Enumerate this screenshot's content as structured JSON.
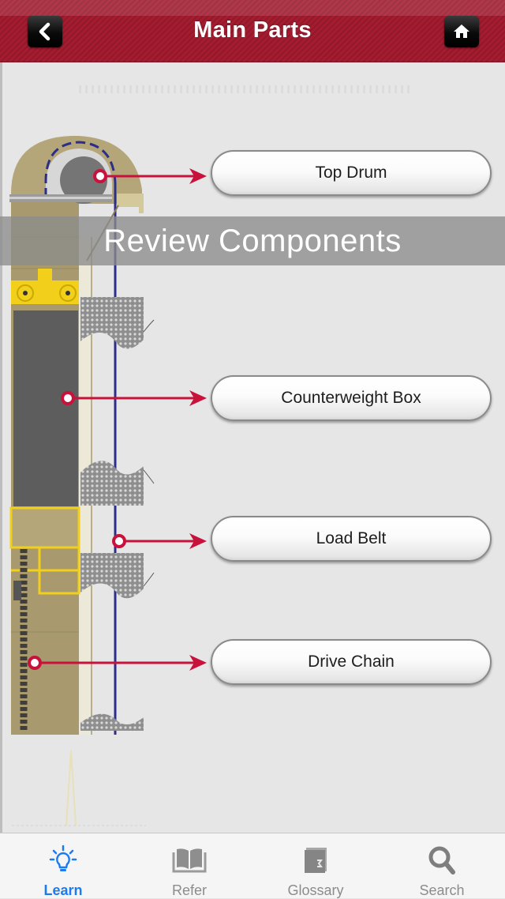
{
  "header": {
    "title": "Main Parts",
    "back_icon": "chevron-left-icon",
    "home_icon": "home-icon",
    "bar_color": "#a51c30"
  },
  "banner": {
    "text": "Review Components"
  },
  "diagram": {
    "subject": "bucket-elevator-cross-section",
    "callout_color": "#c8123c",
    "parts": [
      {
        "label": "Top Drum"
      },
      {
        "label": "Counterweight Box"
      },
      {
        "label": "Load Belt"
      },
      {
        "label": "Drive Chain"
      }
    ]
  },
  "tabbar": {
    "active_color": "#1a7cf0",
    "tabs": [
      {
        "label": "Learn",
        "icon": "lightbulb-icon",
        "active": true
      },
      {
        "label": "Refer",
        "icon": "open-book-icon",
        "active": false
      },
      {
        "label": "Glossary",
        "icon": "glossary-book-icon",
        "active": false
      },
      {
        "label": "Search",
        "icon": "search-icon",
        "active": false
      }
    ]
  }
}
